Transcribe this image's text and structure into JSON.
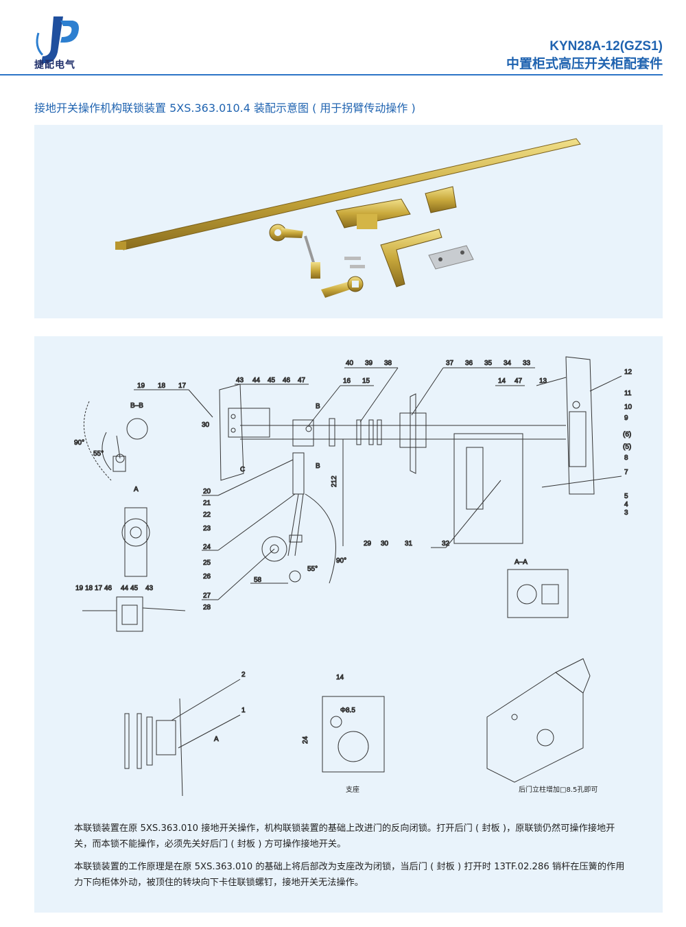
{
  "header": {
    "logo_mark": "JP",
    "company": "捷配电气",
    "model": "KYN28A-12(GZS1)",
    "series": "中置柜式高压开关柜配套件"
  },
  "section": {
    "title": "接地开关操作机构联锁装置 5XS.363.010.4 装配示意图 ( 用于拐臂传动操作 )"
  },
  "drawing": {
    "labels_top_left": [
      "19",
      "18",
      "17",
      "43",
      "44",
      "45",
      "46",
      "47"
    ],
    "labels_top_mid": [
      "40",
      "39",
      "38",
      "16",
      "15"
    ],
    "labels_top_right": [
      "37",
      "36",
      "35",
      "34",
      "33",
      "14",
      "47",
      "13"
    ],
    "labels_right": [
      "12",
      "11",
      "10",
      "9",
      "(6)",
      "(5)",
      "8",
      "7",
      "5",
      "4",
      "3"
    ],
    "labels_left": [
      "20",
      "21",
      "22",
      "23",
      "24",
      "25",
      "26",
      "27",
      "28"
    ],
    "labels_bottom": [
      "29",
      "30",
      "31",
      "32"
    ],
    "section_bb": "B–B",
    "section_aa": "A–A",
    "angle_90": "90°",
    "angle_55": "55°",
    "dim_30": "30",
    "dim_212": "212",
    "dim_58": "58",
    "dim_14": "14",
    "dim_24": "24",
    "dim_phi": "Φ8.5",
    "mark_a": "A",
    "mark_b": "B",
    "mark_c": "C",
    "small_labels": [
      "19",
      "18",
      "17",
      "46",
      "44",
      "45",
      "43"
    ],
    "part_labels": [
      "2",
      "1"
    ],
    "support_caption": "支座",
    "door_caption": "后门立柱增加□8.5孔即可"
  },
  "description": {
    "p1": "本联锁装置在原 5XS.363.010 接地开关操作，机构联锁装置的基础上改进门的反向闭锁。打开后门 ( 封板 )，原联锁仍然可操作接地开关，而本锁不能操作，必须先关好后门 ( 封板 ) 方可操作接地开关。",
    "p2": "本联锁装置的工作原理是在原 5XS.363.010 的基础上将后部改为支座改为闭锁，当后门 ( 封板 ) 打开时 13TF.02.286 销杆在压簧的作用力下向柜体外动，被顶住的转块向下卡住联锁螺钉，接地开关无法操作。"
  }
}
